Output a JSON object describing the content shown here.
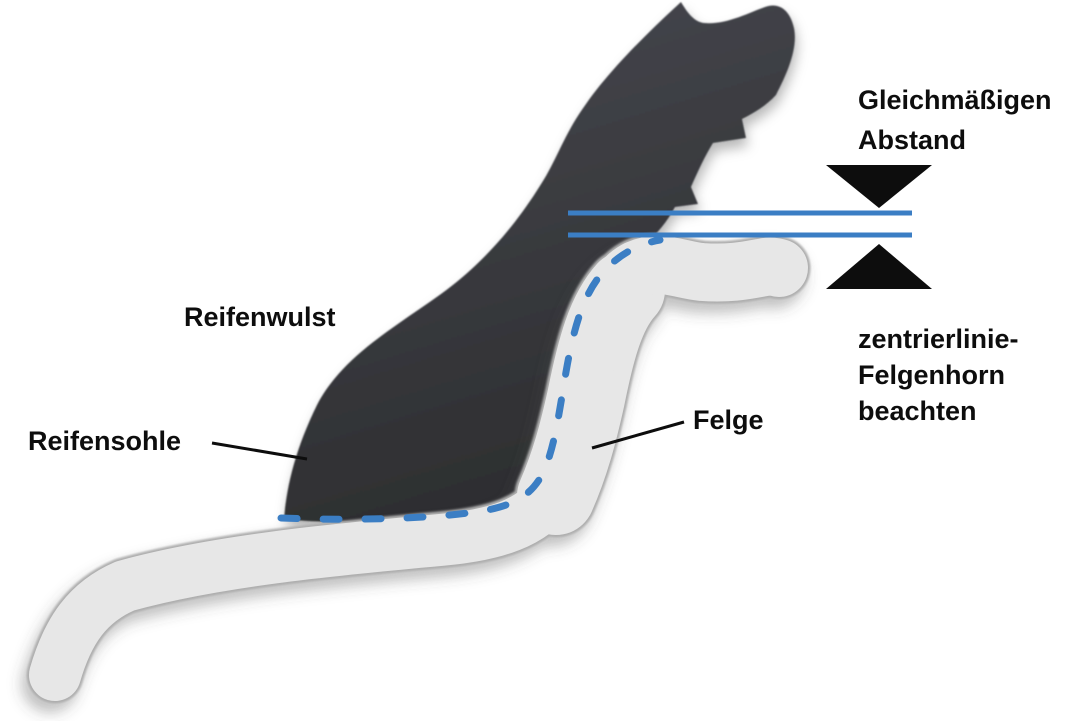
{
  "labels": {
    "spacing_note_lines": [
      "Gleichmäßigen",
      "Abstand"
    ],
    "tire_bead": "Reifenwulst",
    "tire_sole": "Reifensohle",
    "rim": "Felge",
    "centering_note_lines": [
      "zentrierlinie-",
      "Felgenhorn",
      "beachten"
    ]
  },
  "colors": {
    "accent_blue": "#3b7ec4",
    "tire_gradient_top": "#43444a",
    "tire_gradient_bottom": "#2b2c2e",
    "rim_fill": "#e7e7e7",
    "rim_edge": "#aeaeae",
    "ink_black": "#0d0d0d",
    "background": "#ffffff"
  }
}
